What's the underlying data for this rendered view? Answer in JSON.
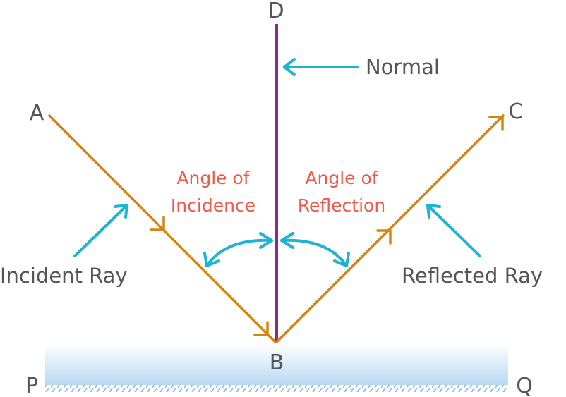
{
  "points": {
    "A": "A",
    "B": "B",
    "C": "C",
    "D": "D",
    "P": "P",
    "Q": "Q"
  },
  "labels": {
    "normal": "Normal",
    "incident_ray": "Incident Ray",
    "reflected_ray": "Reflected Ray",
    "angle_incidence_line1": "Angle of",
    "angle_incidence_line2": "Incidence",
    "angle_reflection_line1": "Angle of",
    "angle_reflection_line2": "Reflection"
  },
  "colors": {
    "ray": "#d9820e",
    "normal": "#8b2a8b",
    "pointer": "#1cb4d2",
    "angle_text": "#ee5a4a",
    "text": "#555555",
    "surface_top": "#ffffff",
    "surface_bottom": "#b7d8f2",
    "hatch": "#8fbfe8"
  }
}
